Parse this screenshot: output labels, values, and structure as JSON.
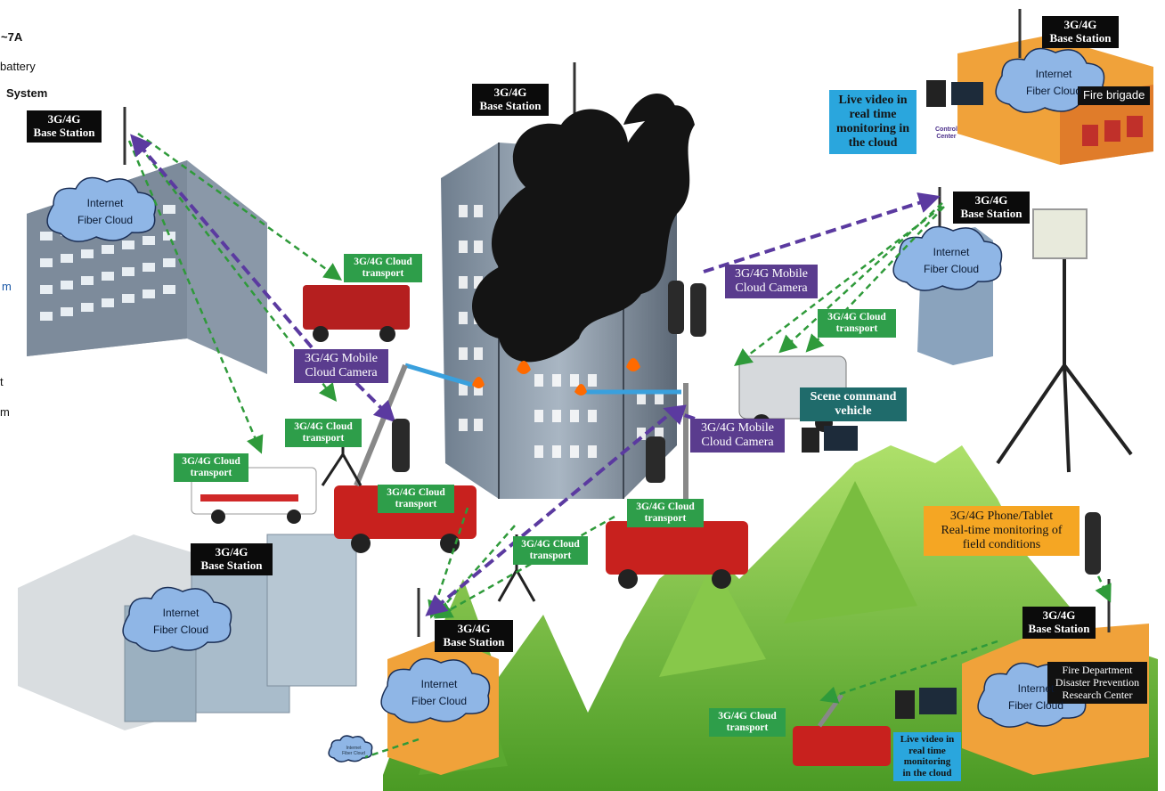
{
  "side_text": [
    "~7A",
    "battery",
    "System",
    "m",
    "t",
    "m"
  ],
  "base_station": "3G/4G\nBase Station",
  "cloud": {
    "internet": "Internet",
    "fiber": "Fiber Cloud"
  },
  "cloud_transport": "3G/4G Cloud\ntransport",
  "mobile_camera": "3G/4G Mobile\nCloud Camera",
  "live_video": "Live video in\nreal time\nmonitoring in\nthe cloud",
  "fire_brigade": "Fire brigade",
  "control_center": "Control\nCenter",
  "scene_vehicle": "Scene command\nvehicle",
  "phone_tablet": "3G/4G Phone/Tablet\nReal-time monitoring of\nfield conditions",
  "research_center": "Fire Department\nDisaster Prevention\nResearch Center",
  "live_video_small": "Live video in\nreal time\nmonitoring\nin the cloud",
  "tiny_cloud": "Internet\nFiber Cloud",
  "colors": {
    "base_station": "#0b0b0b",
    "cloud_transport": "#2e9e4a",
    "mobile_camera": "#5a3c8e",
    "live_video": "#2aa6dd",
    "phone_tablet": "#f5a623",
    "scene_vehicle": "#1f6b6b",
    "cloud": "#8fb6e6",
    "mountain": "#6fbf3a",
    "smoke": "#141414"
  }
}
